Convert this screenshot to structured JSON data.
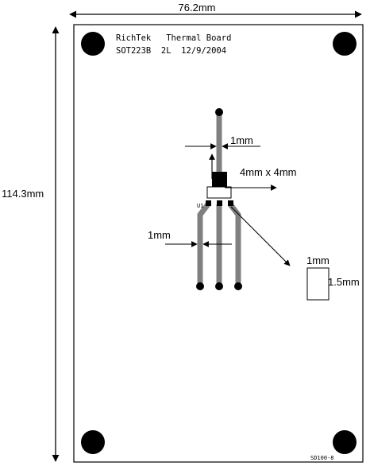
{
  "dimensions": {
    "width": "76.2mm",
    "height": "114.3mm",
    "trace_top": "1mm",
    "trace_left": "1mm",
    "pad": "4mm x 4mm",
    "small_pad_width": "1mm",
    "small_pad_height": "1.5mm"
  },
  "silkscreen": {
    "line1": "RichTek   Thermal Board",
    "line2": "SOT223B  2L  12/9/2004",
    "designator": "U1",
    "code": "SD100-8"
  },
  "colors": {
    "board_outline": "#000000",
    "trace": "#808080",
    "pad": "#000000",
    "hole": "#000000",
    "background": "#ffffff"
  }
}
